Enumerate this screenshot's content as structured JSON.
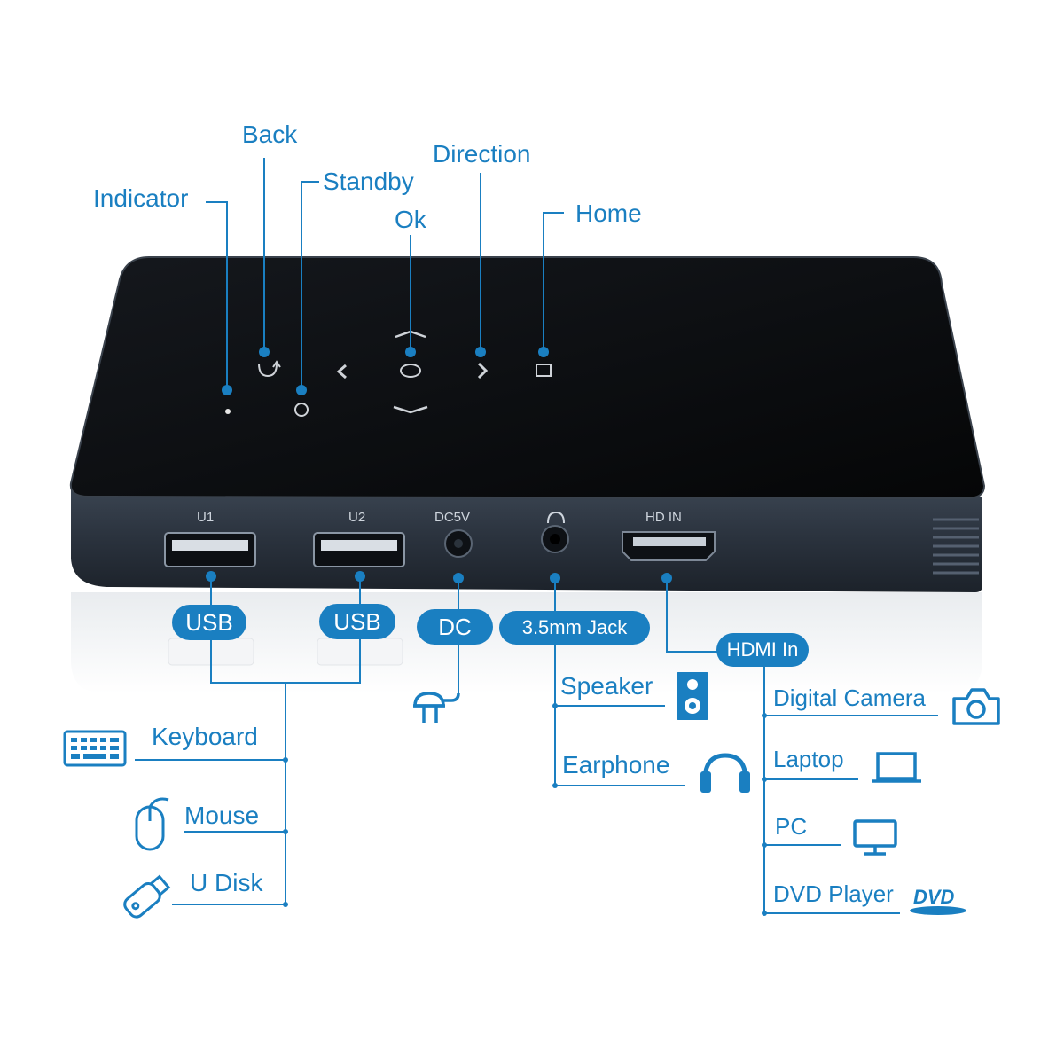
{
  "top_labels": {
    "indicator": "Indicator",
    "back": "Back",
    "standby": "Standby",
    "direction": "Direction",
    "ok": "Ok",
    "home": "Home"
  },
  "port_labels": {
    "u1": "U1",
    "u2": "U2",
    "dc5v": "DC5V",
    "hd_in": "HD IN"
  },
  "pills": {
    "usb1": "USB",
    "usb2": "USB",
    "dc": "DC",
    "jack": "3.5mm Jack",
    "hdmi": "HDMI In"
  },
  "usb_devices": [
    "Keyboard",
    "Mouse",
    "U Disk"
  ],
  "audio_devices": [
    "Speaker",
    "Earphone"
  ],
  "hdmi_devices": [
    "Digital Camera",
    "Laptop",
    "PC",
    "DVD Player"
  ],
  "dvd_logo_text": "DVD",
  "colors": {
    "accent": "#1a7fc1",
    "device_top": "#0b0d10",
    "device_side": "#2a3340"
  }
}
